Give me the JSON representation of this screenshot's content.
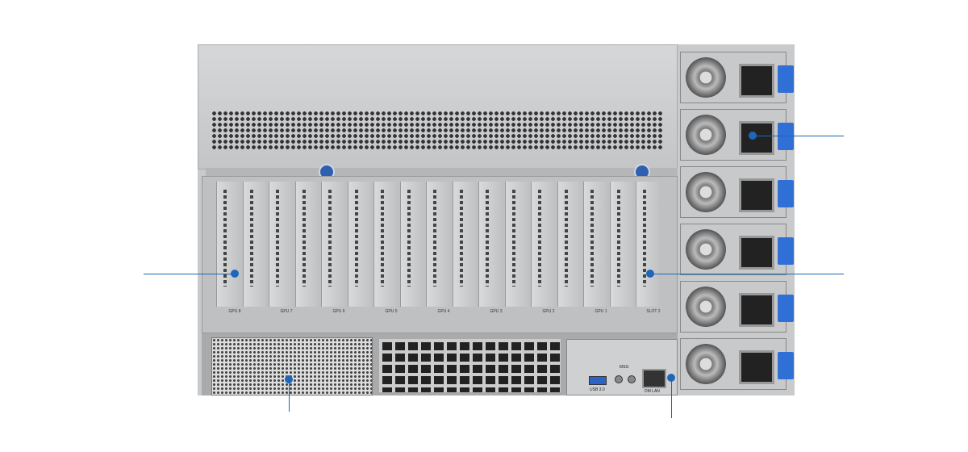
{
  "slot_labels": [
    "GPU 8",
    "GPU 7",
    "GPU 6",
    "GPU 5",
    "GPU 4",
    "GPU 3",
    "GPU 2",
    "GPU 1",
    "SLOT 2"
  ],
  "io": {
    "usb": "USB 3.0",
    "msg": "MSG",
    "lan": "DM LAN"
  },
  "colors": {
    "callout": "#1e66b8",
    "latch": "#2f6fd6"
  }
}
